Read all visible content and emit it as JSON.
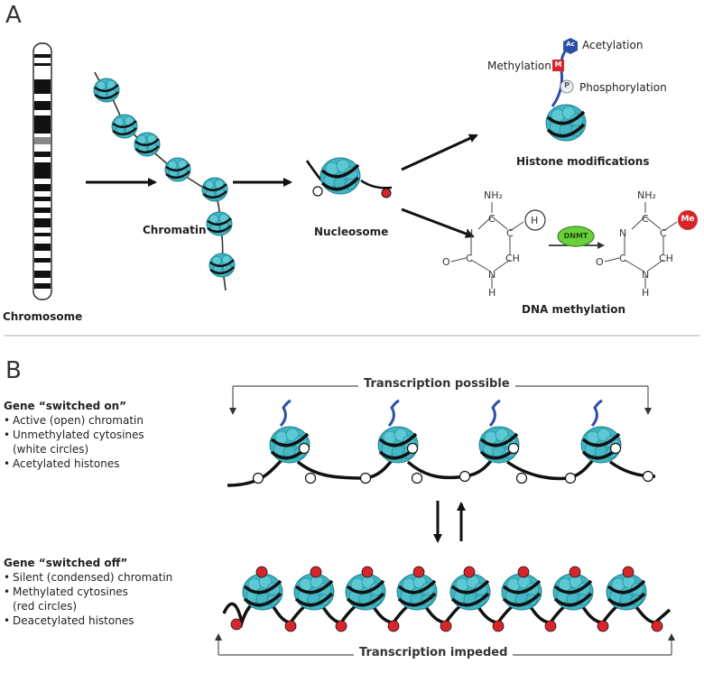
{
  "panel_a": {
    "letter": "A",
    "chromosome_label": "Chromosome",
    "chromatin_label": "Chromatin",
    "nucleosome_label": "Nucleosome",
    "histone_mods_label": "Histone modifications",
    "acetylation": "Acetylation",
    "methylation": "Methylation",
    "phosphorylation": "Phosphorylation",
    "ac_tag": "Ac",
    "m_tag": "M",
    "p_tag": "P",
    "dna_methylation_label": "DNA methylation",
    "dnmt_label": "DNMT",
    "me_tag": "Me",
    "h_tag": "H",
    "chem": {
      "nh2": "NH₂",
      "n": "N",
      "c": "C",
      "o": "O",
      "ch": "CH",
      "h": "H"
    }
  },
  "panel_b": {
    "letter": "B",
    "on": {
      "title": "Gene “switched on”",
      "item1": "Active (open) chromatin",
      "item2": "Unmethylated cytosines",
      "item2b": "(white circles)",
      "item3": "Acetylated histones"
    },
    "off": {
      "title": "Gene “switched off”",
      "item1": "Silent (condensed) chromatin",
      "item2": "Methylated cytosines",
      "item2b": "(red circles)",
      "item3": "Deacetylated histones"
    },
    "transcription_possible": "Transcription possible",
    "transcription_impeded": "Transcription impeded"
  },
  "colors": {
    "histone": "#3fb6c4",
    "histone_dark": "#1d7f8c",
    "methyl_red": "#d7262b",
    "acetyl_blue": "#2e4fa8",
    "dnmt_green": "#6ccf3c",
    "dna": "#111111"
  }
}
